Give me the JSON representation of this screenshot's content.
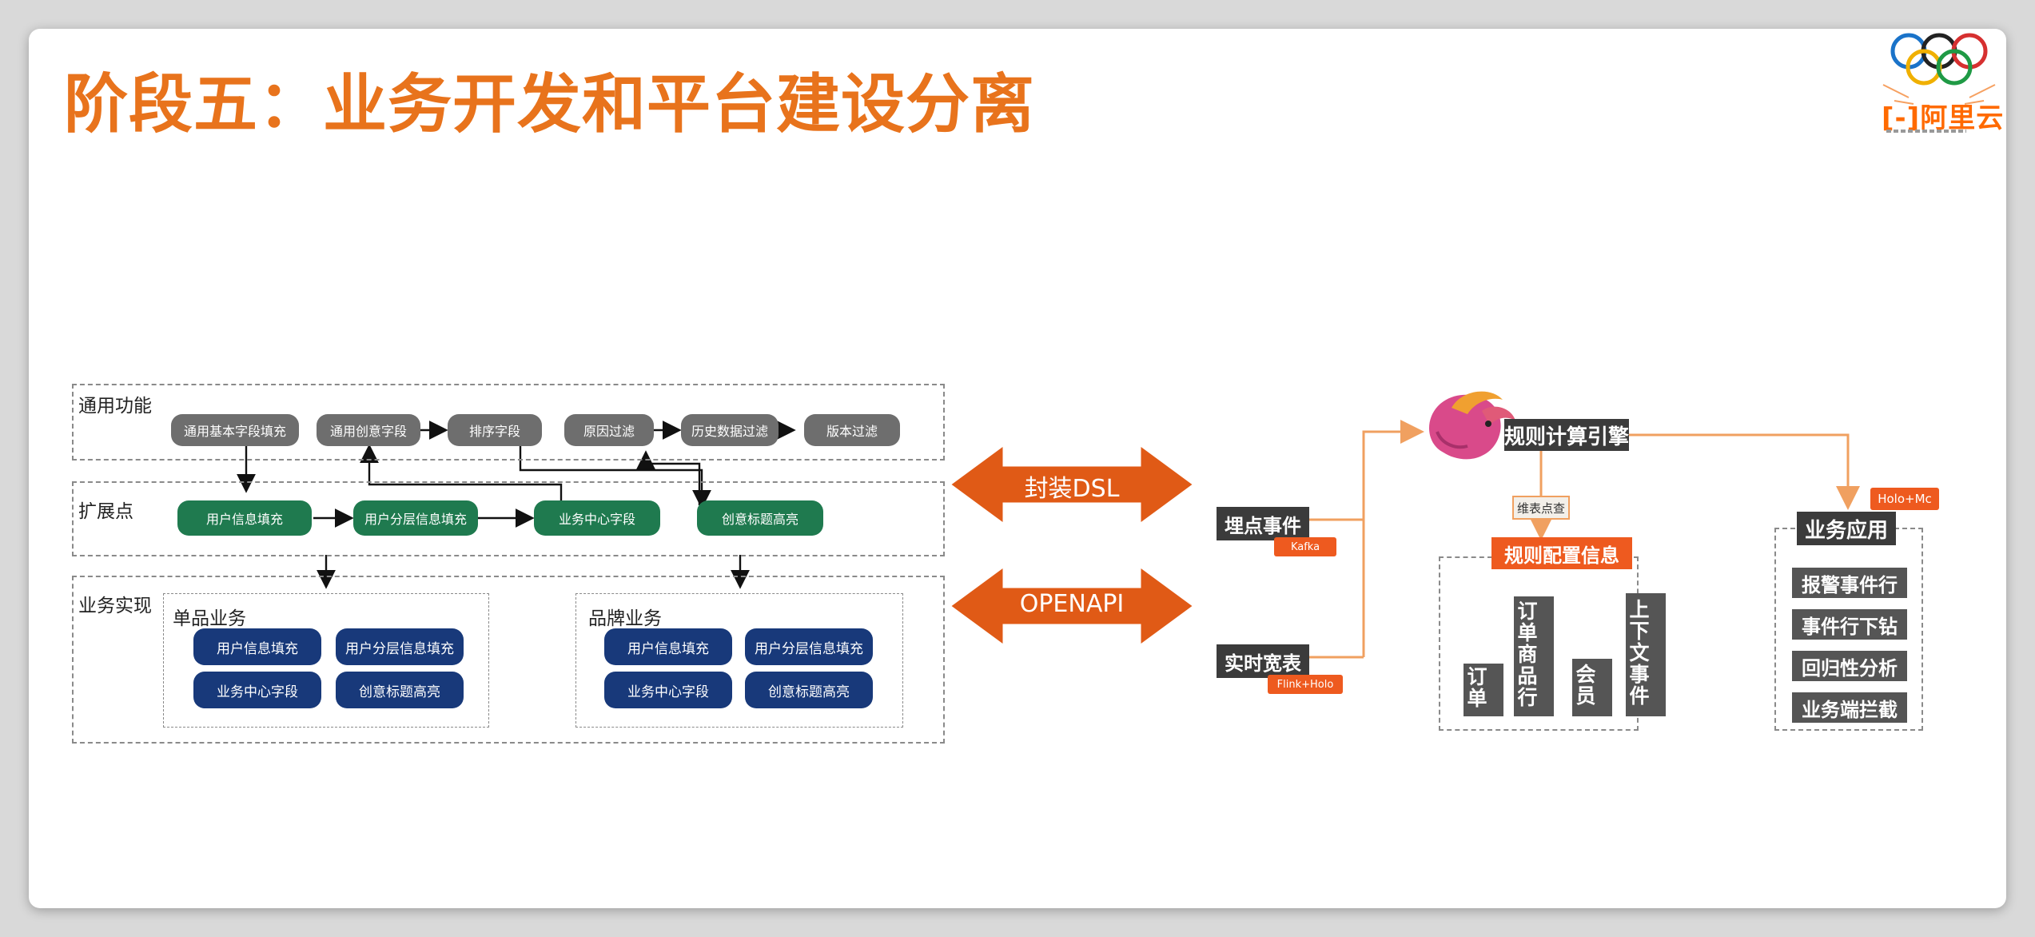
{
  "slide": {
    "title": "阶段五：业务开发和平台建设分离",
    "brand_name": "阿里云",
    "accent_color": "#e8731c",
    "brand_color": "#ff6a00"
  },
  "left_diagram": {
    "common": {
      "label": "通用功能",
      "nodes": [
        "通用基本字段填充",
        "通用创意字段",
        "排序字段",
        "原因过滤",
        "历史数据过滤",
        "版本过滤"
      ]
    },
    "extension": {
      "label": "扩展点",
      "nodes": [
        "用户信息填充",
        "用户分层信息填充",
        "业务中心字段",
        "创意标题高亮"
      ]
    },
    "impl": {
      "label": "业务实现",
      "single": {
        "label": "单品业务",
        "nodes": [
          "用户信息填充",
          "用户分层信息填充",
          "业务中心字段",
          "创意标题高亮"
        ]
      },
      "brand": {
        "label": "品牌业务",
        "nodes": [
          "用户信息填充",
          "用户分层信息填充",
          "业务中心字段",
          "创意标题高亮"
        ]
      }
    }
  },
  "bridge": {
    "top_label": "封装DSL",
    "bottom_label": "OPENAPI"
  },
  "right_diagram": {
    "sources": [
      {
        "name": "埋点事件",
        "tag": "Kafka"
      },
      {
        "name": "实时宽表",
        "tag": "Flink+Holo"
      }
    ],
    "engine": {
      "name": "规则计算引擎",
      "icon": "flink-squirrel-icon",
      "lookup_label": "维表点查"
    },
    "config": {
      "label": "规则配置信息",
      "columns": [
        "订单",
        "订单商品行",
        "会员",
        "上下文事件"
      ]
    },
    "app": {
      "label": "业务应用",
      "tag": "Holo+Mc",
      "items": [
        "报警事件行",
        "事件行下钻",
        "回归性分析",
        "业务端拦截"
      ]
    }
  }
}
